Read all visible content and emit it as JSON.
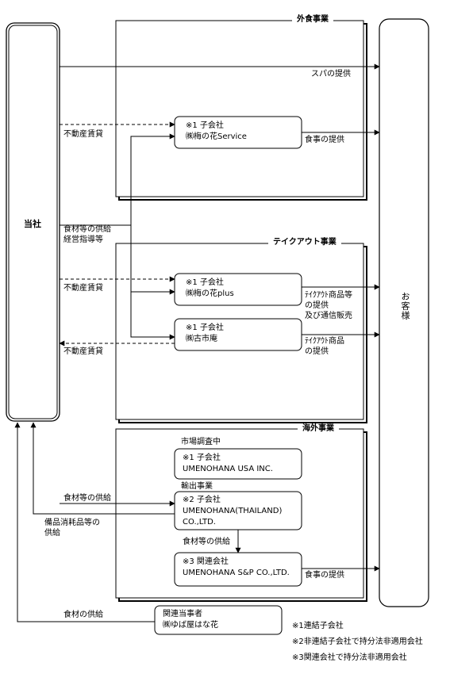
{
  "company": "当社",
  "customer": "お客様",
  "segments": {
    "food_service": "外食事業",
    "takeout": "テイクアウト事業",
    "overseas": "海外事業"
  },
  "entities": {
    "umenohana_service": {
      "tag": "※1 子会社",
      "name": "㈱梅の花Service"
    },
    "umenohana_plus": {
      "tag": "※1 子会社",
      "name": "㈱梅の花plus"
    },
    "koichian": {
      "tag": "※1 子会社",
      "name": "㈱古市庵"
    },
    "usa": {
      "tag": "※1 子会社",
      "name": "UMENOHANA USA INC."
    },
    "thailand": {
      "tag": "※2 子会社",
      "name1": "UMENOHANA(THAILAND)",
      "name2": "CO.,LTD."
    },
    "snp": {
      "tag": "※3 関連会社",
      "name": "UMENOHANA S&P CO.,LTD."
    },
    "related": {
      "tag": "関連当事者",
      "name": "㈱ゆば屋はな花"
    }
  },
  "flows": {
    "spa": "スパの提供",
    "meal1": "食事の提供",
    "rent1": "不動産賃貸",
    "supply_guidance1": "食材等の供給",
    "supply_guidance2": "経営指導等",
    "rent2": "不動産賃貸",
    "takeout_sales1": "ﾃｲｸｱｳﾄ商品等",
    "takeout_sales2": "の提供",
    "takeout_sales3": "及び通信販売",
    "takeout_goods1": "ﾃｲｸｱｳﾄ商品",
    "takeout_goods2": "の提供",
    "rent3": "不動産賃貸",
    "market_research": "市場調査中",
    "export": "輸出事業",
    "supply_food": "食材等の供給",
    "consumables1": "備品消耗品等の",
    "consumables2": "供給",
    "supply_food2": "食材等の供給",
    "meal2": "食事の提供",
    "supply_ingredients": "食材の供給"
  },
  "notes": [
    "※1連結子会社",
    "※2非連結子会社で持分法非適用会社",
    "※3関連会社で持分法非適用会社"
  ]
}
